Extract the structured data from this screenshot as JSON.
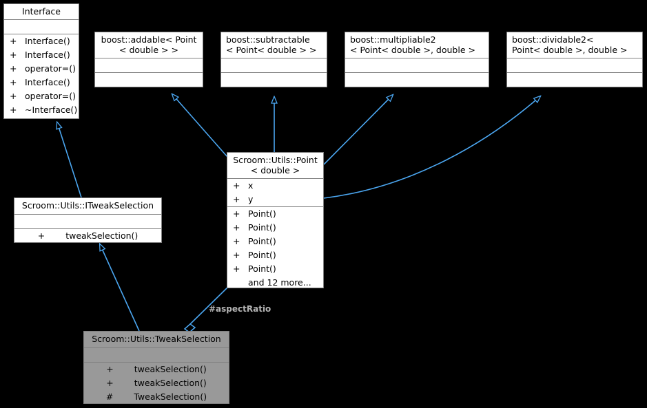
{
  "diagram": {
    "type": "uml-class-diagram",
    "background_color": "#000000",
    "edge_color": "#4ba6f0",
    "node_fill": "#ffffff",
    "node_shaded_fill": "#999999",
    "node_border": "#808080",
    "label_color": "#b4b4b4"
  },
  "nodes": [
    {
      "id": "interface",
      "title": "Interface",
      "attributes": [],
      "methods": [
        {
          "visibility": "+",
          "name": "Interface()"
        },
        {
          "visibility": "+",
          "name": "Interface()"
        },
        {
          "visibility": "+",
          "name": "operator=()"
        },
        {
          "visibility": "+",
          "name": "Interface()"
        },
        {
          "visibility": "+",
          "name": "operator=()"
        },
        {
          "visibility": "+",
          "name": "~Interface()"
        }
      ]
    },
    {
      "id": "addable",
      "title": "boost::addable< Point\n< double  > >",
      "attributes": [],
      "methods": []
    },
    {
      "id": "subtractable",
      "title": "boost::subtractable\n< Point< double  > >",
      "attributes": [],
      "methods": []
    },
    {
      "id": "multipliable2",
      "title": "boost::multipliable2\n< Point< double  >, double  >",
      "attributes": [],
      "methods": []
    },
    {
      "id": "dividable2",
      "title": "boost::dividable2<\n Point< double  >, double  >",
      "attributes": [],
      "methods": []
    },
    {
      "id": "point",
      "title": "Scroom::Utils::Point\n< double >",
      "attributes": [
        {
          "visibility": "+",
          "name": "x"
        },
        {
          "visibility": "+",
          "name": "y"
        }
      ],
      "methods": [
        {
          "visibility": "+",
          "name": "Point()"
        },
        {
          "visibility": "+",
          "name": "Point()"
        },
        {
          "visibility": "+",
          "name": "Point()"
        },
        {
          "visibility": "+",
          "name": "Point()"
        },
        {
          "visibility": "+",
          "name": "Point()"
        },
        {
          "visibility": "",
          "name": "and 12 more..."
        }
      ]
    },
    {
      "id": "itweakselection",
      "title": "Scroom::Utils::ITweakSelection",
      "attributes": [],
      "methods": [
        {
          "visibility": "+",
          "name": "tweakSelection()"
        }
      ]
    },
    {
      "id": "tweakselection",
      "title": "Scroom::Utils::TweakSelection",
      "attributes": [],
      "methods": [
        {
          "visibility": "+",
          "name": "tweakSelection()"
        },
        {
          "visibility": "+",
          "name": "tweakSelection()"
        },
        {
          "visibility": "#",
          "name": "TweakSelection()"
        }
      ]
    }
  ],
  "edges": [
    {
      "id": "point-to-addable",
      "from": "point",
      "to": "addable",
      "kind": "inheritance"
    },
    {
      "id": "point-to-subtractable",
      "from": "point",
      "to": "subtractable",
      "kind": "inheritance"
    },
    {
      "id": "point-to-multipliable2",
      "from": "point",
      "to": "multipliable2",
      "kind": "inheritance"
    },
    {
      "id": "point-to-dividable2",
      "from": "point",
      "to": "dividable2",
      "kind": "inheritance"
    },
    {
      "id": "itweakselection-to-interface",
      "from": "itweakselection",
      "to": "interface",
      "kind": "inheritance"
    },
    {
      "id": "tweakselection-to-itweakselection",
      "from": "tweakselection",
      "to": "itweakselection",
      "kind": "inheritance"
    },
    {
      "id": "point-to-tweakselection",
      "from": "point",
      "to": "tweakselection",
      "kind": "aggregation",
      "label": "#aspectRatio"
    }
  ],
  "labels": {
    "aspect_ratio": "#aspectRatio"
  }
}
